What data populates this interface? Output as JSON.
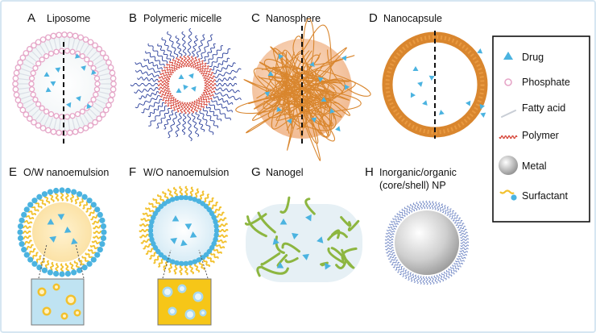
{
  "panels": {
    "A": {
      "letter": "A",
      "title": "Liposome"
    },
    "B": {
      "letter": "B",
      "title": "Polymeric micelle"
    },
    "C": {
      "letter": "C",
      "title": "Nanosphere"
    },
    "D": {
      "letter": "D",
      "title": "Nanocapsule"
    },
    "E": {
      "letter": "E",
      "title": "O/W nanoemulsion"
    },
    "F": {
      "letter": "F",
      "title": "W/O nanoemulsion"
    },
    "G": {
      "letter": "G",
      "title": "Nanogel"
    },
    "H": {
      "letter": "H",
      "title_line1": "Inorganic/organic",
      "title_line2": "(core/shell) NP"
    }
  },
  "legend": {
    "items": [
      {
        "label": "Drug",
        "icon": "triangle-icon"
      },
      {
        "label": "Phosphate",
        "icon": "ring-icon"
      },
      {
        "label": "Fatty acid",
        "icon": "line-icon"
      },
      {
        "label": "Polymer",
        "icon": "wave-icon"
      },
      {
        "label": "Metal",
        "icon": "sphere-icon"
      },
      {
        "label": "Surfactant",
        "icon": "surfactant-icon"
      }
    ]
  },
  "colors": {
    "drug": "#4bb3e0",
    "phosphate": "#e6a6c8",
    "polymer": "#d43b2e",
    "orange": "#d9862e",
    "surfactant": "#f2c12e",
    "gel": "#8db640",
    "blue_chain": "#2a3f9a"
  }
}
